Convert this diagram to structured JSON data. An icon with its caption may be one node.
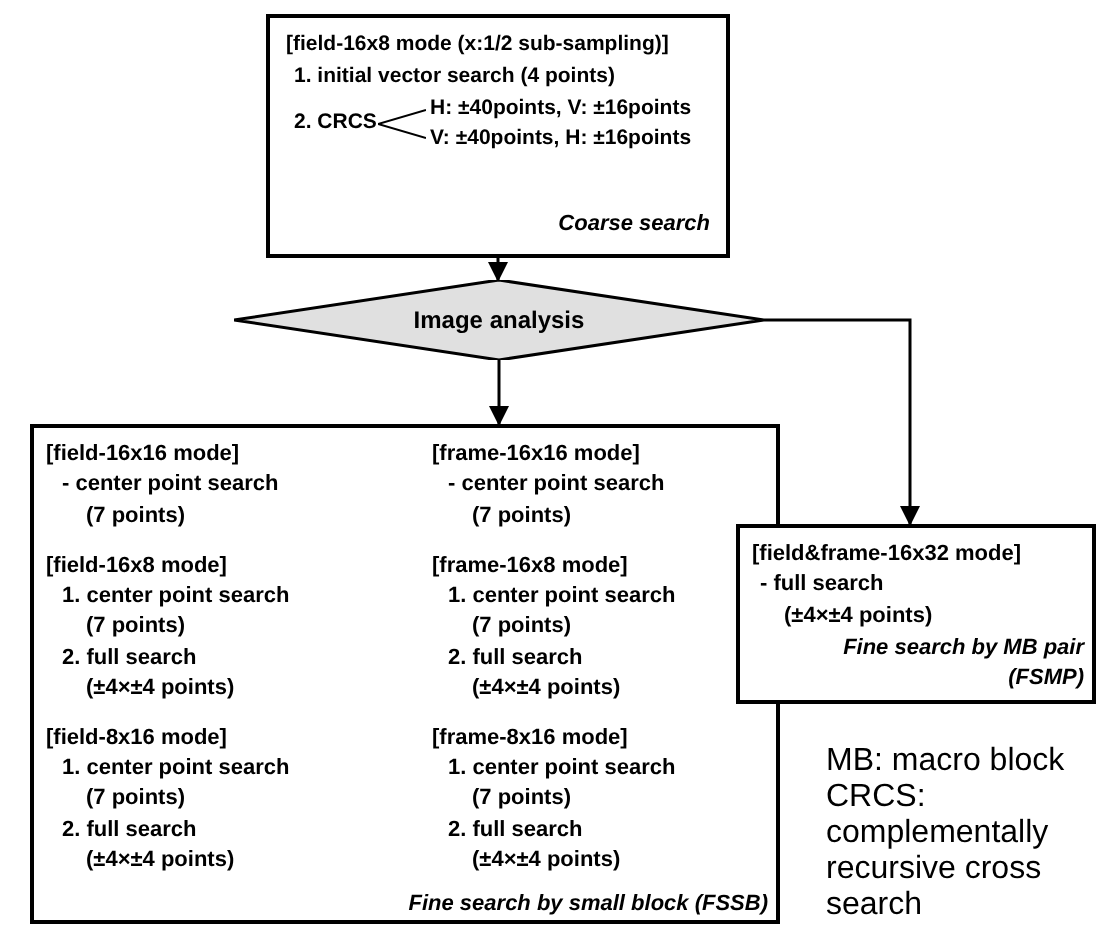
{
  "diagram": {
    "nodes": [
      {
        "text": [
          "[field-16x8 mode (x:1/2 sub-sampling)]",
          "1. initial vector search (4 points)",
          "2. CRCS",
          "H: ±40points, V: ±16points",
          "V: ±40points, H: ±16points",
          "Coarse search"
        ]
      },
      {
        "text": [
          "Image analysis"
        ]
      },
      {
        "text": [
          "[field-16x16 mode]",
          "- center point search",
          "(7 points)",
          "[field-16x8 mode]",
          "1. center point search",
          "(7 points)",
          "2. full search",
          "(±4×±4 points)",
          "[field-8x16 mode]",
          "1. center point search",
          "(7 points)",
          "2. full search",
          "(±4×±4 points)",
          "[frame-16x16 mode]",
          "- center point search",
          "(7 points)",
          "[frame-16x8 mode]",
          "1. center point search",
          "(7 points)",
          "2. full search",
          "(±4×±4 points)",
          "[frame-8x16 mode]",
          "1. center point search",
          "(7 points)",
          "2. full search",
          "(±4×±4 points)",
          "Fine search by small block (FSSB)"
        ]
      },
      {
        "text": [
          "[field&frame-16x32 mode]",
          "- full search",
          "(±4×±4 points)",
          "Fine search by MB pair (FSMP)"
        ]
      }
    ],
    "edges": [
      {
        "from": 0,
        "to": 1,
        "arrow": "to"
      },
      {
        "from": 1,
        "to": 2,
        "arrow": "to"
      },
      {
        "from": 1,
        "to": 3,
        "arrow": "to"
      }
    ],
    "labels": [
      "MB: macro block",
      "CRCS: complementally recursive cross search"
    ]
  }
}
